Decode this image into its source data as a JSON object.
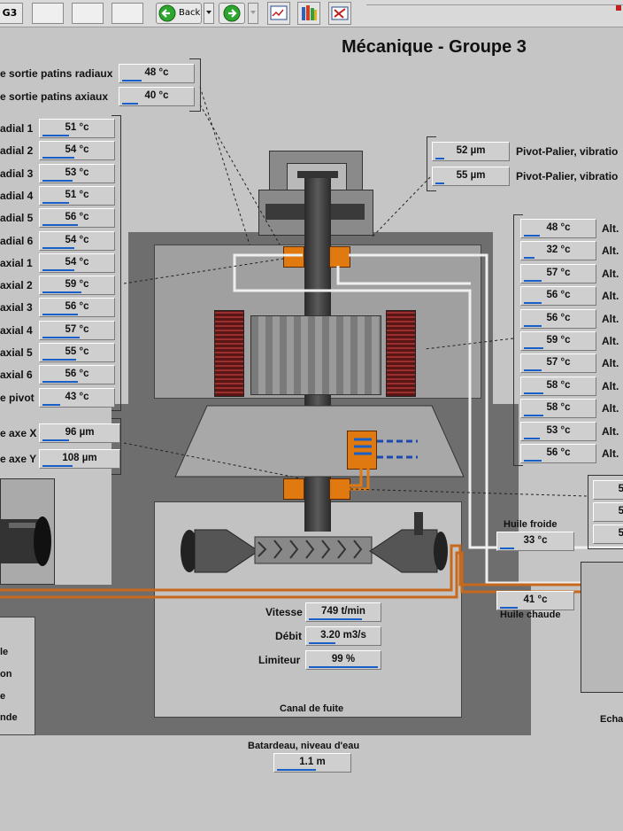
{
  "toolbar": {
    "g3_label": "G3",
    "back_label": "Back"
  },
  "page": {
    "title": "Mécanique - Groupe 3"
  },
  "left_top": [
    {
      "label": "e sortie patins radiaux",
      "value": "48 °c"
    },
    {
      "label": "e sortie patins axiaux",
      "value": "40 °c"
    }
  ],
  "left_pads": [
    {
      "label": "adial 1",
      "value": "51 °c"
    },
    {
      "label": "adial 2",
      "value": "54 °c"
    },
    {
      "label": "adial 3",
      "value": "53 °c"
    },
    {
      "label": "adial 4",
      "value": "51 °c"
    },
    {
      "label": "adial 5",
      "value": "56 °c"
    },
    {
      "label": "adial 6",
      "value": "54 °c"
    },
    {
      "label": "axial 1",
      "value": "54 °c"
    },
    {
      "label": "axial 2",
      "value": "59 °c"
    },
    {
      "label": "axial 3",
      "value": "56 °c"
    },
    {
      "label": "axial 4",
      "value": "57 °c"
    },
    {
      "label": "axial 5",
      "value": "55 °c"
    },
    {
      "label": "axial 6",
      "value": "56 °c"
    },
    {
      "label": "e pivot",
      "value": "43 °c"
    }
  ],
  "left_axes": [
    {
      "label": "e axe X",
      "value": "96 µm"
    },
    {
      "label": "e axe Y",
      "value": "108 µm"
    }
  ],
  "left_bottom_labels": [
    "le",
    "on",
    "e",
    "nde"
  ],
  "pivot": [
    {
      "value": "52 µm",
      "label": "Pivot-Palier, vibratio"
    },
    {
      "value": "55 µm",
      "label": "Pivot-Palier, vibratio"
    }
  ],
  "alt": [
    {
      "value": "48 °c",
      "label": "Alt."
    },
    {
      "value": "32 °c",
      "label": "Alt."
    },
    {
      "value": "57 °c",
      "label": "Alt."
    },
    {
      "value": "56 °c",
      "label": "Alt."
    },
    {
      "value": "56 °c",
      "label": "Alt."
    },
    {
      "value": "59 °c",
      "label": "Alt."
    },
    {
      "value": "57 °c",
      "label": "Alt."
    },
    {
      "value": "58 °c",
      "label": "Alt."
    },
    {
      "value": "58 °c",
      "label": "Alt."
    },
    {
      "value": "53 °c",
      "label": "Alt."
    },
    {
      "value": "56 °c",
      "label": "Alt."
    }
  ],
  "right_small": [
    "5",
    "5",
    "5"
  ],
  "oil": {
    "cold_label": "Huile froide",
    "cold_value": "33 °c",
    "hot_label": "Huile chaude",
    "hot_value": "41 °c"
  },
  "machine": {
    "speed_label": "Vitesse",
    "speed_value": "749 t/min",
    "flow_label": "Débit",
    "flow_value": "3.20 m3/s",
    "limiter_label": "Limiteur",
    "limiter_value": "99 %",
    "channel_label": "Canal de fuite"
  },
  "batardeau": {
    "label": "Batardeau, niveau d'eau",
    "value": "1.1 m"
  },
  "echa_label": "Echa",
  "colors": {
    "bar": "#1a5ec8",
    "bearing": "#e07a10",
    "oil_pipe": "#c8681a",
    "coil": "#7a2020"
  }
}
